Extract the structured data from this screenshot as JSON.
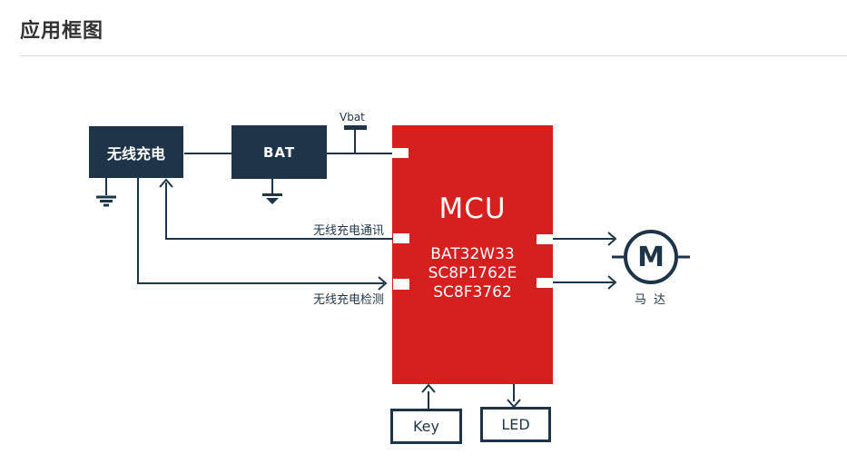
{
  "header": {
    "title": "应用框图"
  },
  "colors": {
    "navy": "#1e3448",
    "red": "#d5201f",
    "title_text": "#333333",
    "divider": "#d8d8d8",
    "white": "#ffffff"
  },
  "blocks": {
    "wireless": {
      "label": "无线充电"
    },
    "bat": {
      "label": "BAT"
    },
    "mcu": {
      "title": "MCU",
      "models": [
        "BAT32W33",
        "SC8P1762E",
        "SC8F3762"
      ]
    },
    "key": {
      "label": "Key"
    },
    "led": {
      "label": "LED"
    },
    "motor": {
      "symbol": "M",
      "label": "马 达"
    }
  },
  "wires": {
    "vbat_label": "Vbat",
    "comm_label": "无线充电通讯",
    "detect_label": "无线充电检测"
  }
}
